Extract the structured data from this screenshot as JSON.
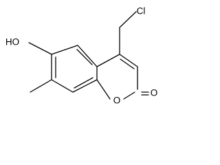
{
  "labels": {
    "chlorine": "Cl",
    "hydroxyl": "HO",
    "ring_oxygen": "O",
    "carbonyl_oxygen": "O"
  },
  "colors": {
    "bond": "#000000",
    "text": "#000000",
    "background": "#ffffff"
  }
}
